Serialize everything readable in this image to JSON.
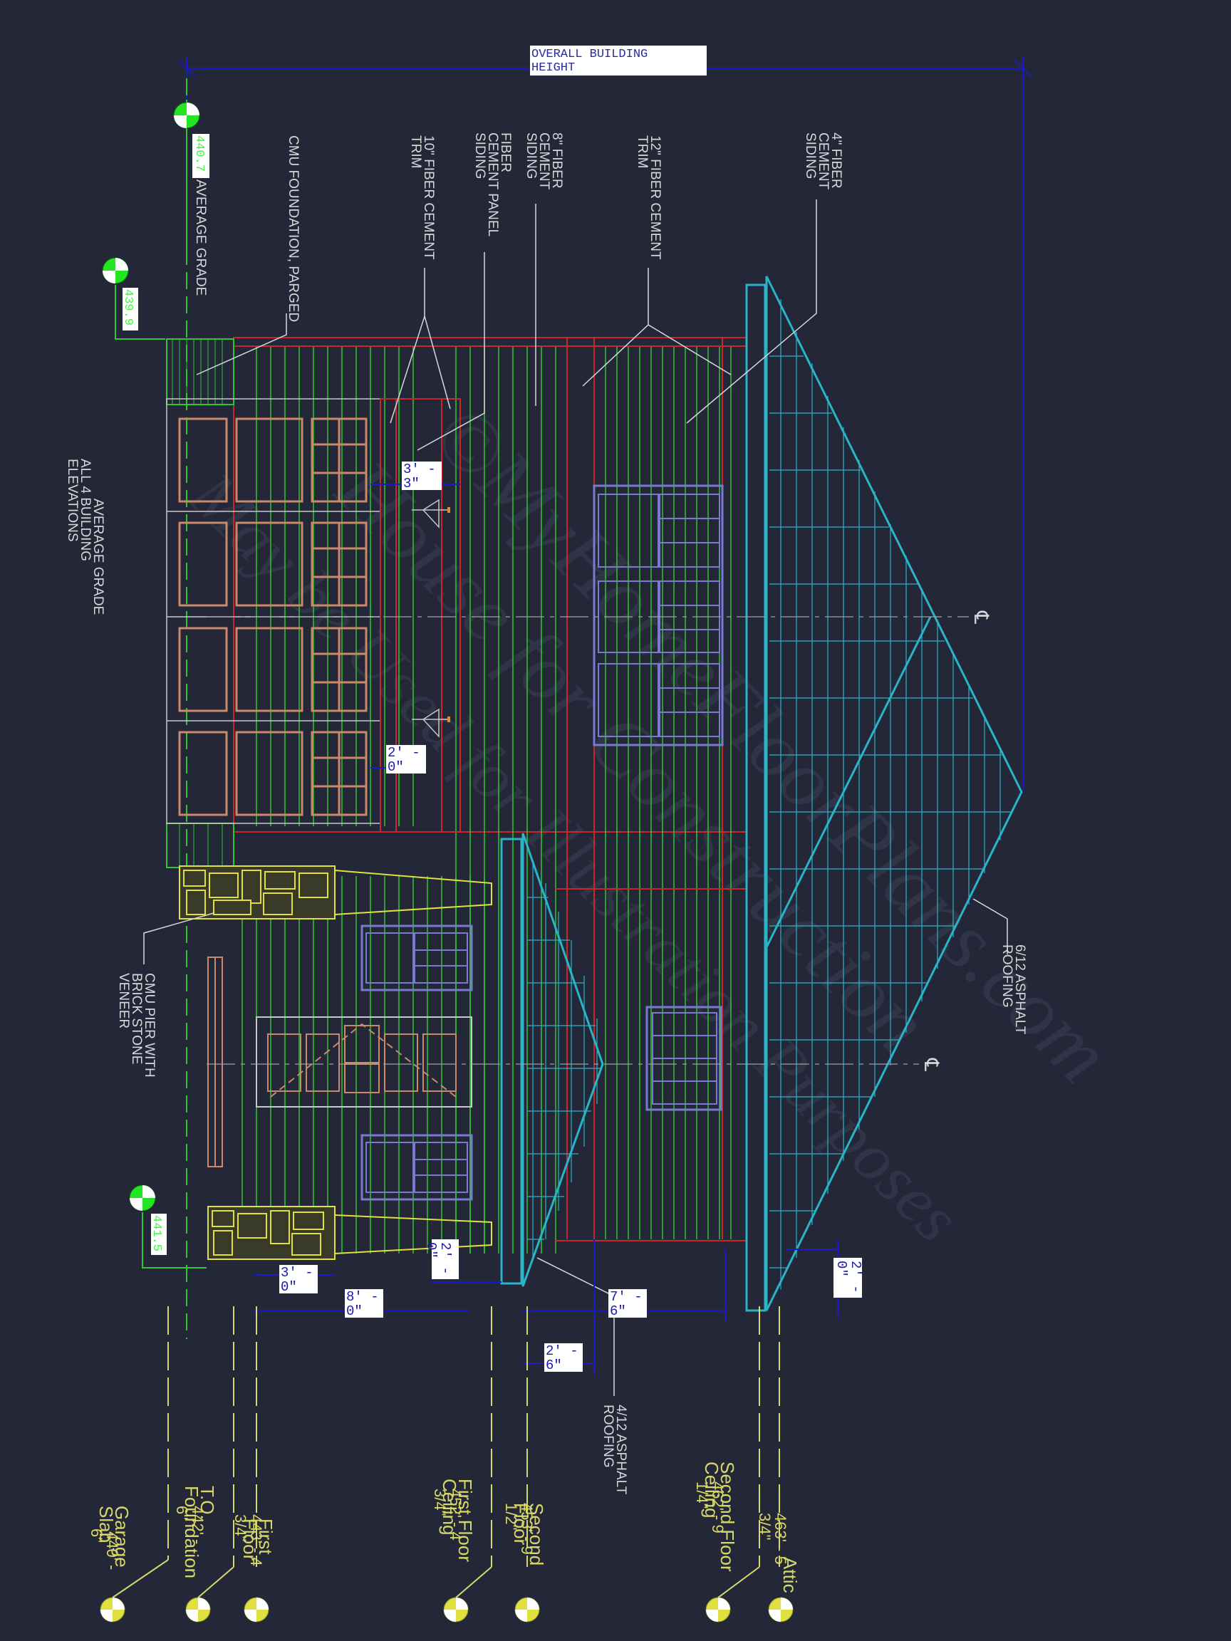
{
  "title": {
    "line1": "OVERALL BUILDING",
    "line2": "HEIGHT"
  },
  "callouts": {
    "average_grade": "AVERAGE GRADE",
    "avg_grade_note_l1": "AVERAGE GRADE",
    "avg_grade_note_l2": "ALL 4 BUILDING",
    "avg_grade_note_l3": "ELEVATIONS",
    "cmu_foundation": "CMU FOUNDATION, PARGED",
    "fiber_trim_10": "10\" FIBER CEMENT",
    "fiber_trim_10_b": "TRIM",
    "fiber_panel_l1": "FIBER",
    "fiber_panel_l2": "CEMENT PANEL",
    "fiber_panel_l3": "SIDING",
    "fiber_8_l1": "8\" FIBER",
    "fiber_8_l2": "CEMENT",
    "fiber_8_l3": "SIDING",
    "fiber_trim_12": "12\" FIBER CEMENT",
    "fiber_trim_12_b": "TRIM",
    "fiber_4_l1": "4\" FIBER",
    "fiber_4_l2": "CEMENT",
    "fiber_4_l3": "SIDING",
    "roof_612_l1": "6/12 ASPHALT",
    "roof_612_l2": "ROOFING",
    "roof_412_l1": "4/12 ASPHALT",
    "roof_412_l2": "ROOFING",
    "cmu_pier_l1": "CMU PIER WITH",
    "cmu_pier_l2": "BRICK STONE",
    "cmu_pier_l3": "VENEER",
    "centerline": "℄"
  },
  "elevation_markers": [
    "440.7",
    "439.9",
    "441.5"
  ],
  "dimensions": {
    "d1": [
      "3' -",
      "3\""
    ],
    "d2": [
      "2' -",
      "0\""
    ],
    "d3": [
      "3' -",
      "0\""
    ],
    "d4": [
      "8' -",
      "0\""
    ],
    "d5": [
      "2' -",
      "0\""
    ],
    "d6": [
      "7' -",
      "6\""
    ],
    "d7": [
      "2' -",
      "6\""
    ],
    "d8": [
      "2' -",
      "0\""
    ]
  },
  "levels": [
    {
      "name_l1": "Garage",
      "name_l2": "Slab",
      "value": "440' -",
      "value2": "6\""
    },
    {
      "name_l1": "T.O.",
      "name_l2": "Foundation",
      "value": "442' -",
      "value2": "6\""
    },
    {
      "name_l1": "First",
      "name_l2": "Floor",
      "value": "443' - 4",
      "value2": "3/4\""
    },
    {
      "name_l1": "First Floor",
      "name_l2": "Ceiling",
      "value": "452' - 4",
      "value2": "3/4\""
    },
    {
      "name_l1": "Second",
      "name_l2": "Floor",
      "value": "453' - 9",
      "value2": "1/2\""
    },
    {
      "name_l1": "Second Floor",
      "name_l2": "Ceiling",
      "value": "462' - 9",
      "value2": "1/4\""
    },
    {
      "name_l1": "Attic",
      "name_l2": "",
      "value": "463' - 5",
      "value2": "3/4\""
    }
  ],
  "watermark": {
    "l1": "©MyHomeFloorPlans.com",
    "l2": "House for Construction",
    "l3": "May be Used for Illustration Purposes"
  },
  "colors": {
    "bg": "#232738",
    "blue": "#1a1ac8",
    "green": "#2ec82e",
    "red": "#c8282a",
    "cyan": "#2ab4c8",
    "yellow": "#e0e040"
  }
}
